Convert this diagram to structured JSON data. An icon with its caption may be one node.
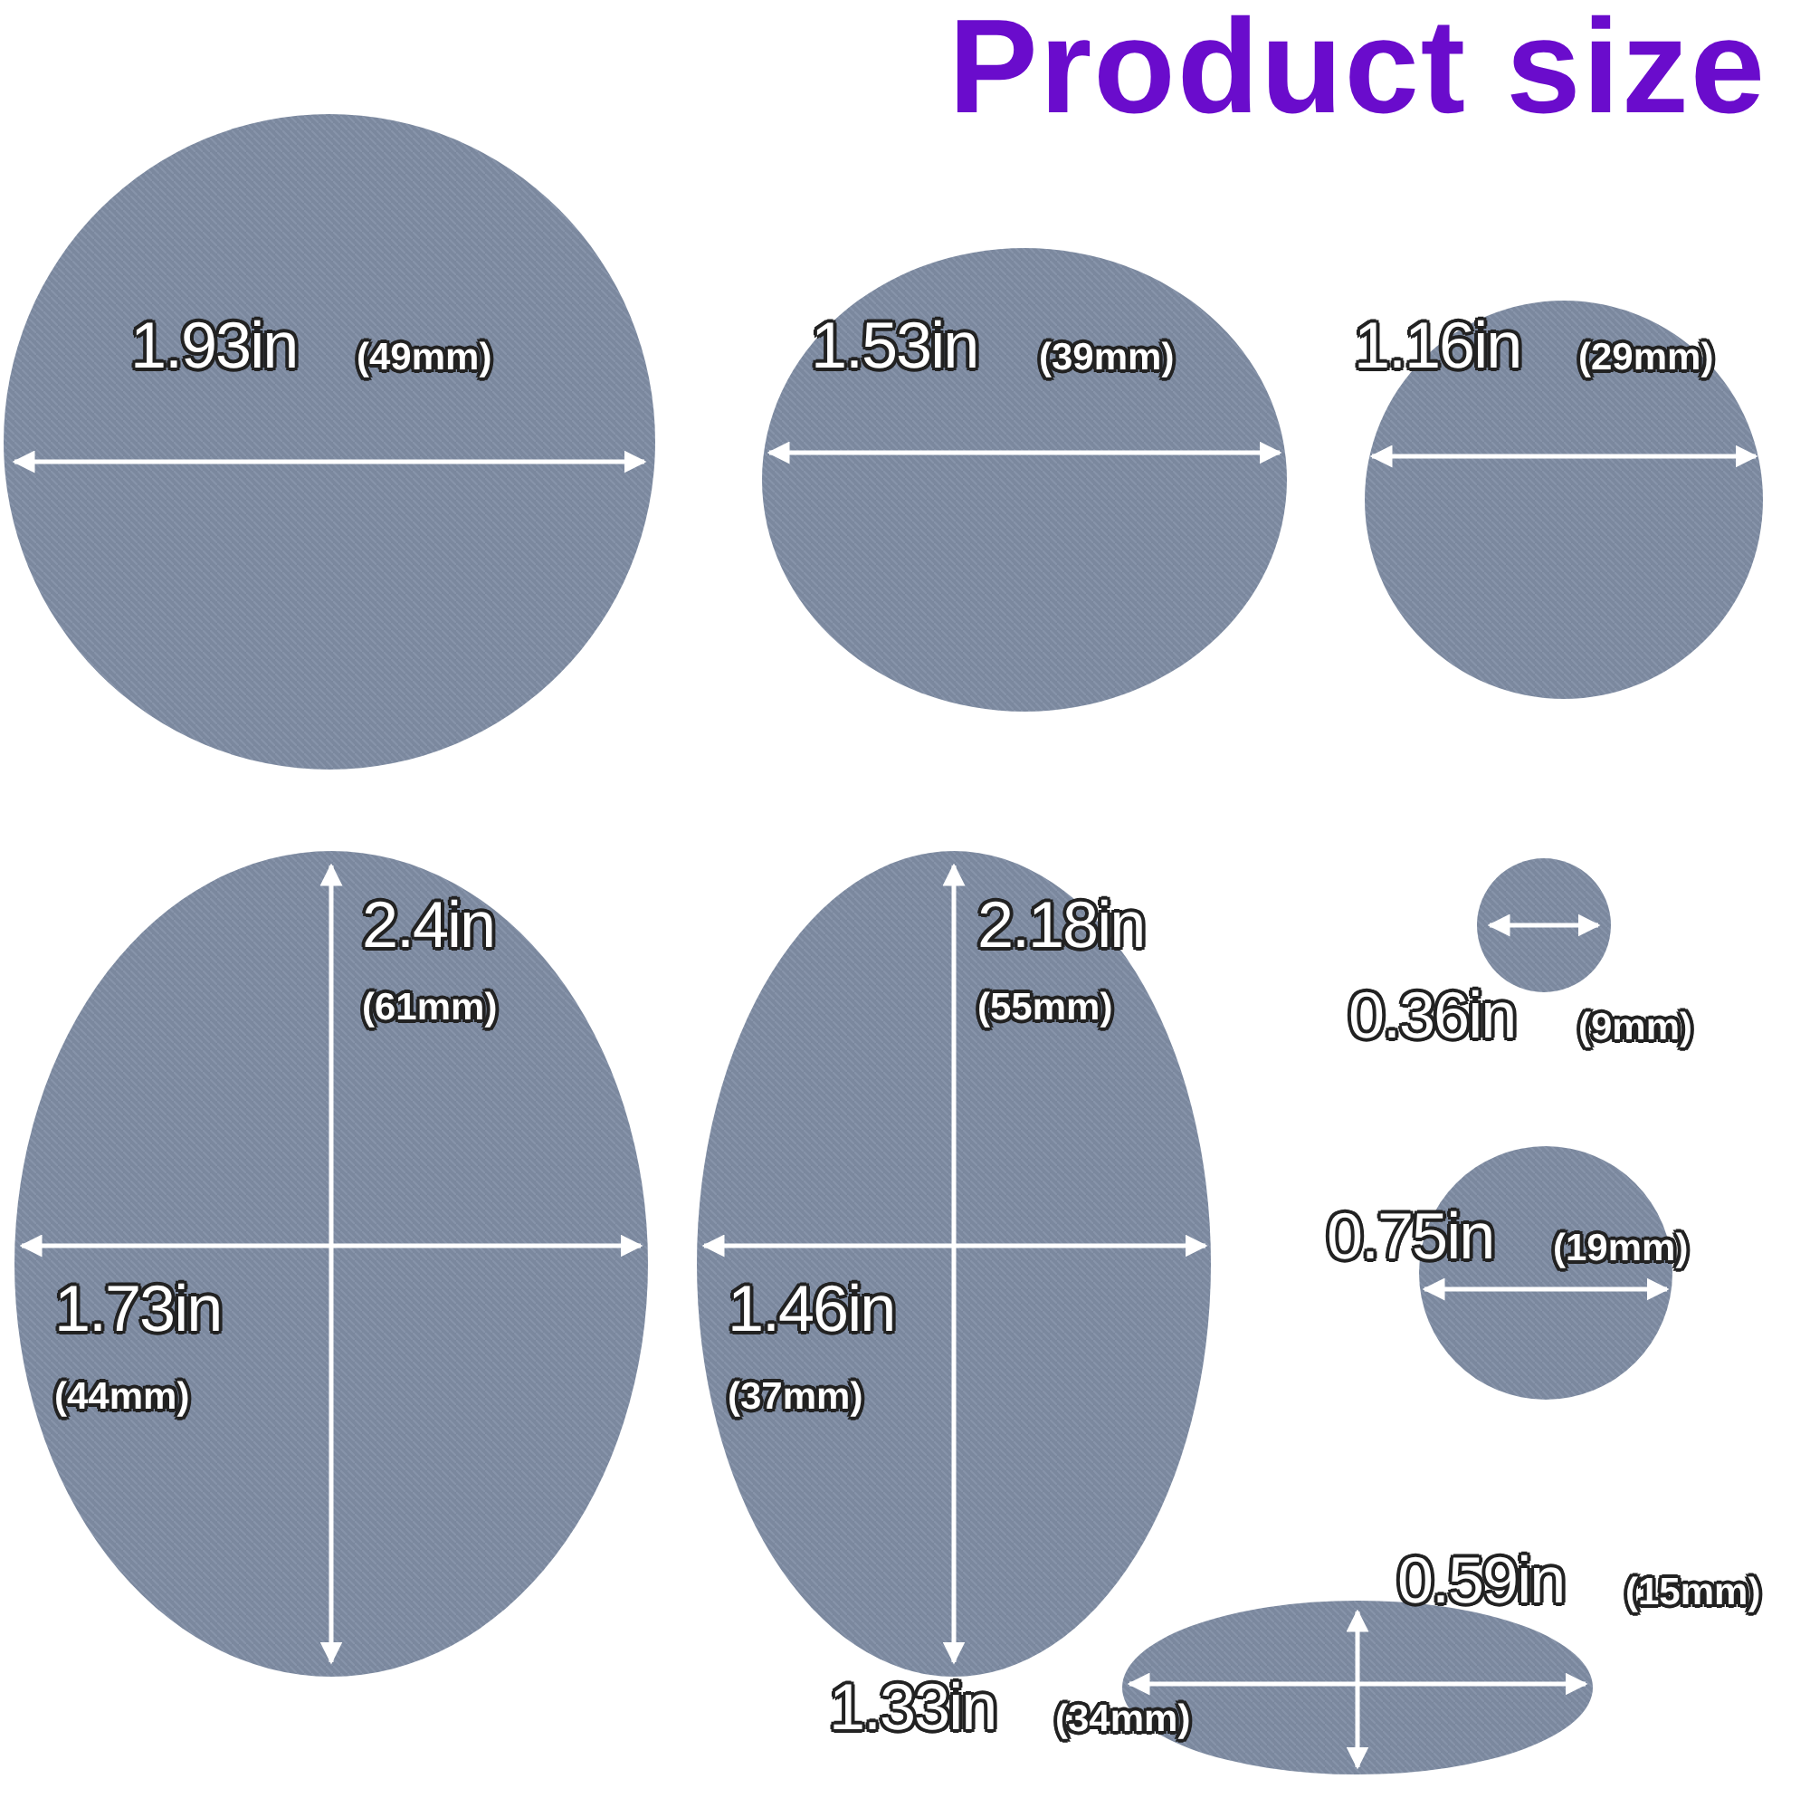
{
  "diagram": {
    "title": "Product size",
    "labels": [
      "1.93in",
      "(49mm)",
      "1.53in",
      "(39mm)",
      "1.16in",
      "(29mm)",
      "2.4in",
      "(61mm)",
      "2.18in",
      "(55mm)",
      "0.36in",
      "(9mm)",
      "0.75in",
      "(19mm)",
      "1.73in",
      "(44mm)",
      "1.46in",
      "(37mm)",
      "0.59in",
      "(15mm)",
      "1.33in",
      "(34mm)"
    ]
  }
}
